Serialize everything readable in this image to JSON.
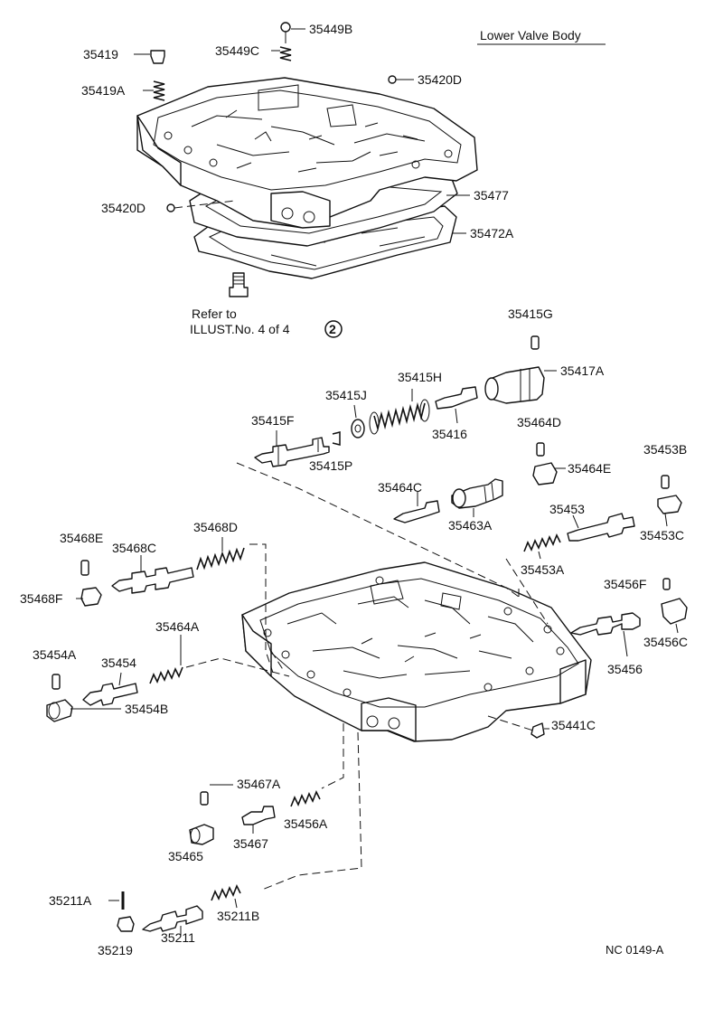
{
  "title": "Lower Valve Body",
  "code": "NC  0149-A",
  "refer": {
    "line1": "Refer to",
    "line2": "ILLUST.No. 4 of 4",
    "circle": "2"
  },
  "labels": {
    "p35419": "35419",
    "p35419A": "35419A",
    "p35449B": "35449B",
    "p35449C": "35449C",
    "p35420D_top": "35420D",
    "p35420D_left": "35420D",
    "p35477": "35477",
    "p35472A": "35472A",
    "p35415G": "35415G",
    "p35415H": "35415H",
    "p35417A": "35417A",
    "p35415J": "35415J",
    "p35415F": "35415F",
    "p35416": "35416",
    "p35415P": "35415P",
    "p35464D": "35464D",
    "p35464E": "35464E",
    "p35453B": "35453B",
    "p35464C": "35464C",
    "p35463A": "35463A",
    "p35453": "35453",
    "p35453C": "35453C",
    "p35453A": "35453A",
    "p35468E": "35468E",
    "p35468D": "35468D",
    "p35468C": "35468C",
    "p35468F": "35468F",
    "p35456F": "35456F",
    "p35456C": "35456C",
    "p35464A": "35464A",
    "p35454A": "35454A",
    "p35454": "35454",
    "p35454B": "35454B",
    "p35456": "35456",
    "p35441C": "35441C",
    "p35467A": "35467A",
    "p35456A": "35456A",
    "p35465": "35465",
    "p35467": "35467",
    "p35211A": "35211A",
    "p35219": "35219",
    "p35211": "35211",
    "p35211B": "35211B"
  }
}
